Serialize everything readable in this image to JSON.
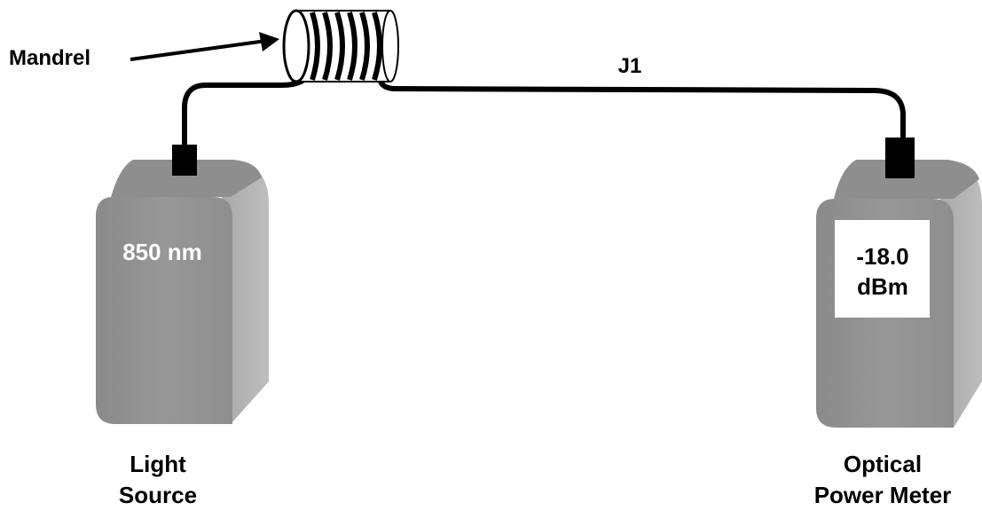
{
  "labels": {
    "mandrel": "Mandrel",
    "jumper": "J1",
    "source_display": "850 nm",
    "meter_reading_value": "-18.0",
    "meter_reading_unit": "dBm",
    "source_name_line1": "Light",
    "source_name_line2": "Source",
    "meter_name_line1": "Optical",
    "meter_name_line2": "Power Meter"
  },
  "colors": {
    "device_front": "#929292",
    "device_side": "#a8a8a8",
    "device_top": "#8c8c8c",
    "cable": "#000000",
    "text": "#000000",
    "display_text": "#ffffff",
    "screen": "#ffffff"
  }
}
